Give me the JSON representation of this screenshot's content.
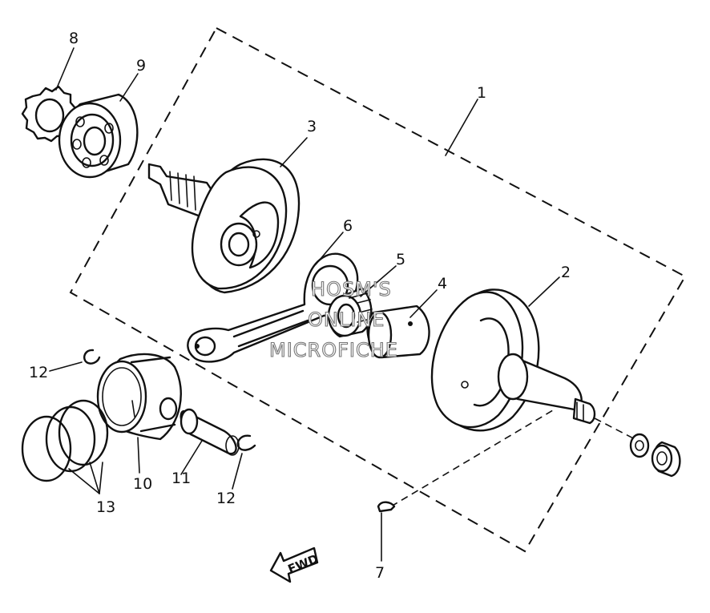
{
  "diagram": {
    "callouts": [
      {
        "id": "1",
        "text": "1"
      },
      {
        "id": "2",
        "text": "2"
      },
      {
        "id": "3",
        "text": "3"
      },
      {
        "id": "4",
        "text": "4"
      },
      {
        "id": "5",
        "text": "5"
      },
      {
        "id": "6",
        "text": "6"
      },
      {
        "id": "7",
        "text": "7"
      },
      {
        "id": "8",
        "text": "8"
      },
      {
        "id": "9",
        "text": "9"
      },
      {
        "id": "10",
        "text": "10"
      },
      {
        "id": "11",
        "text": "11"
      },
      {
        "id": "12a",
        "text": "12"
      },
      {
        "id": "12b",
        "text": "12"
      },
      {
        "id": "13",
        "text": "13"
      }
    ],
    "watermark": [
      "HOSM'S",
      "ONLINE",
      "MICROFICHE"
    ],
    "direction_arrow": "FWD"
  }
}
